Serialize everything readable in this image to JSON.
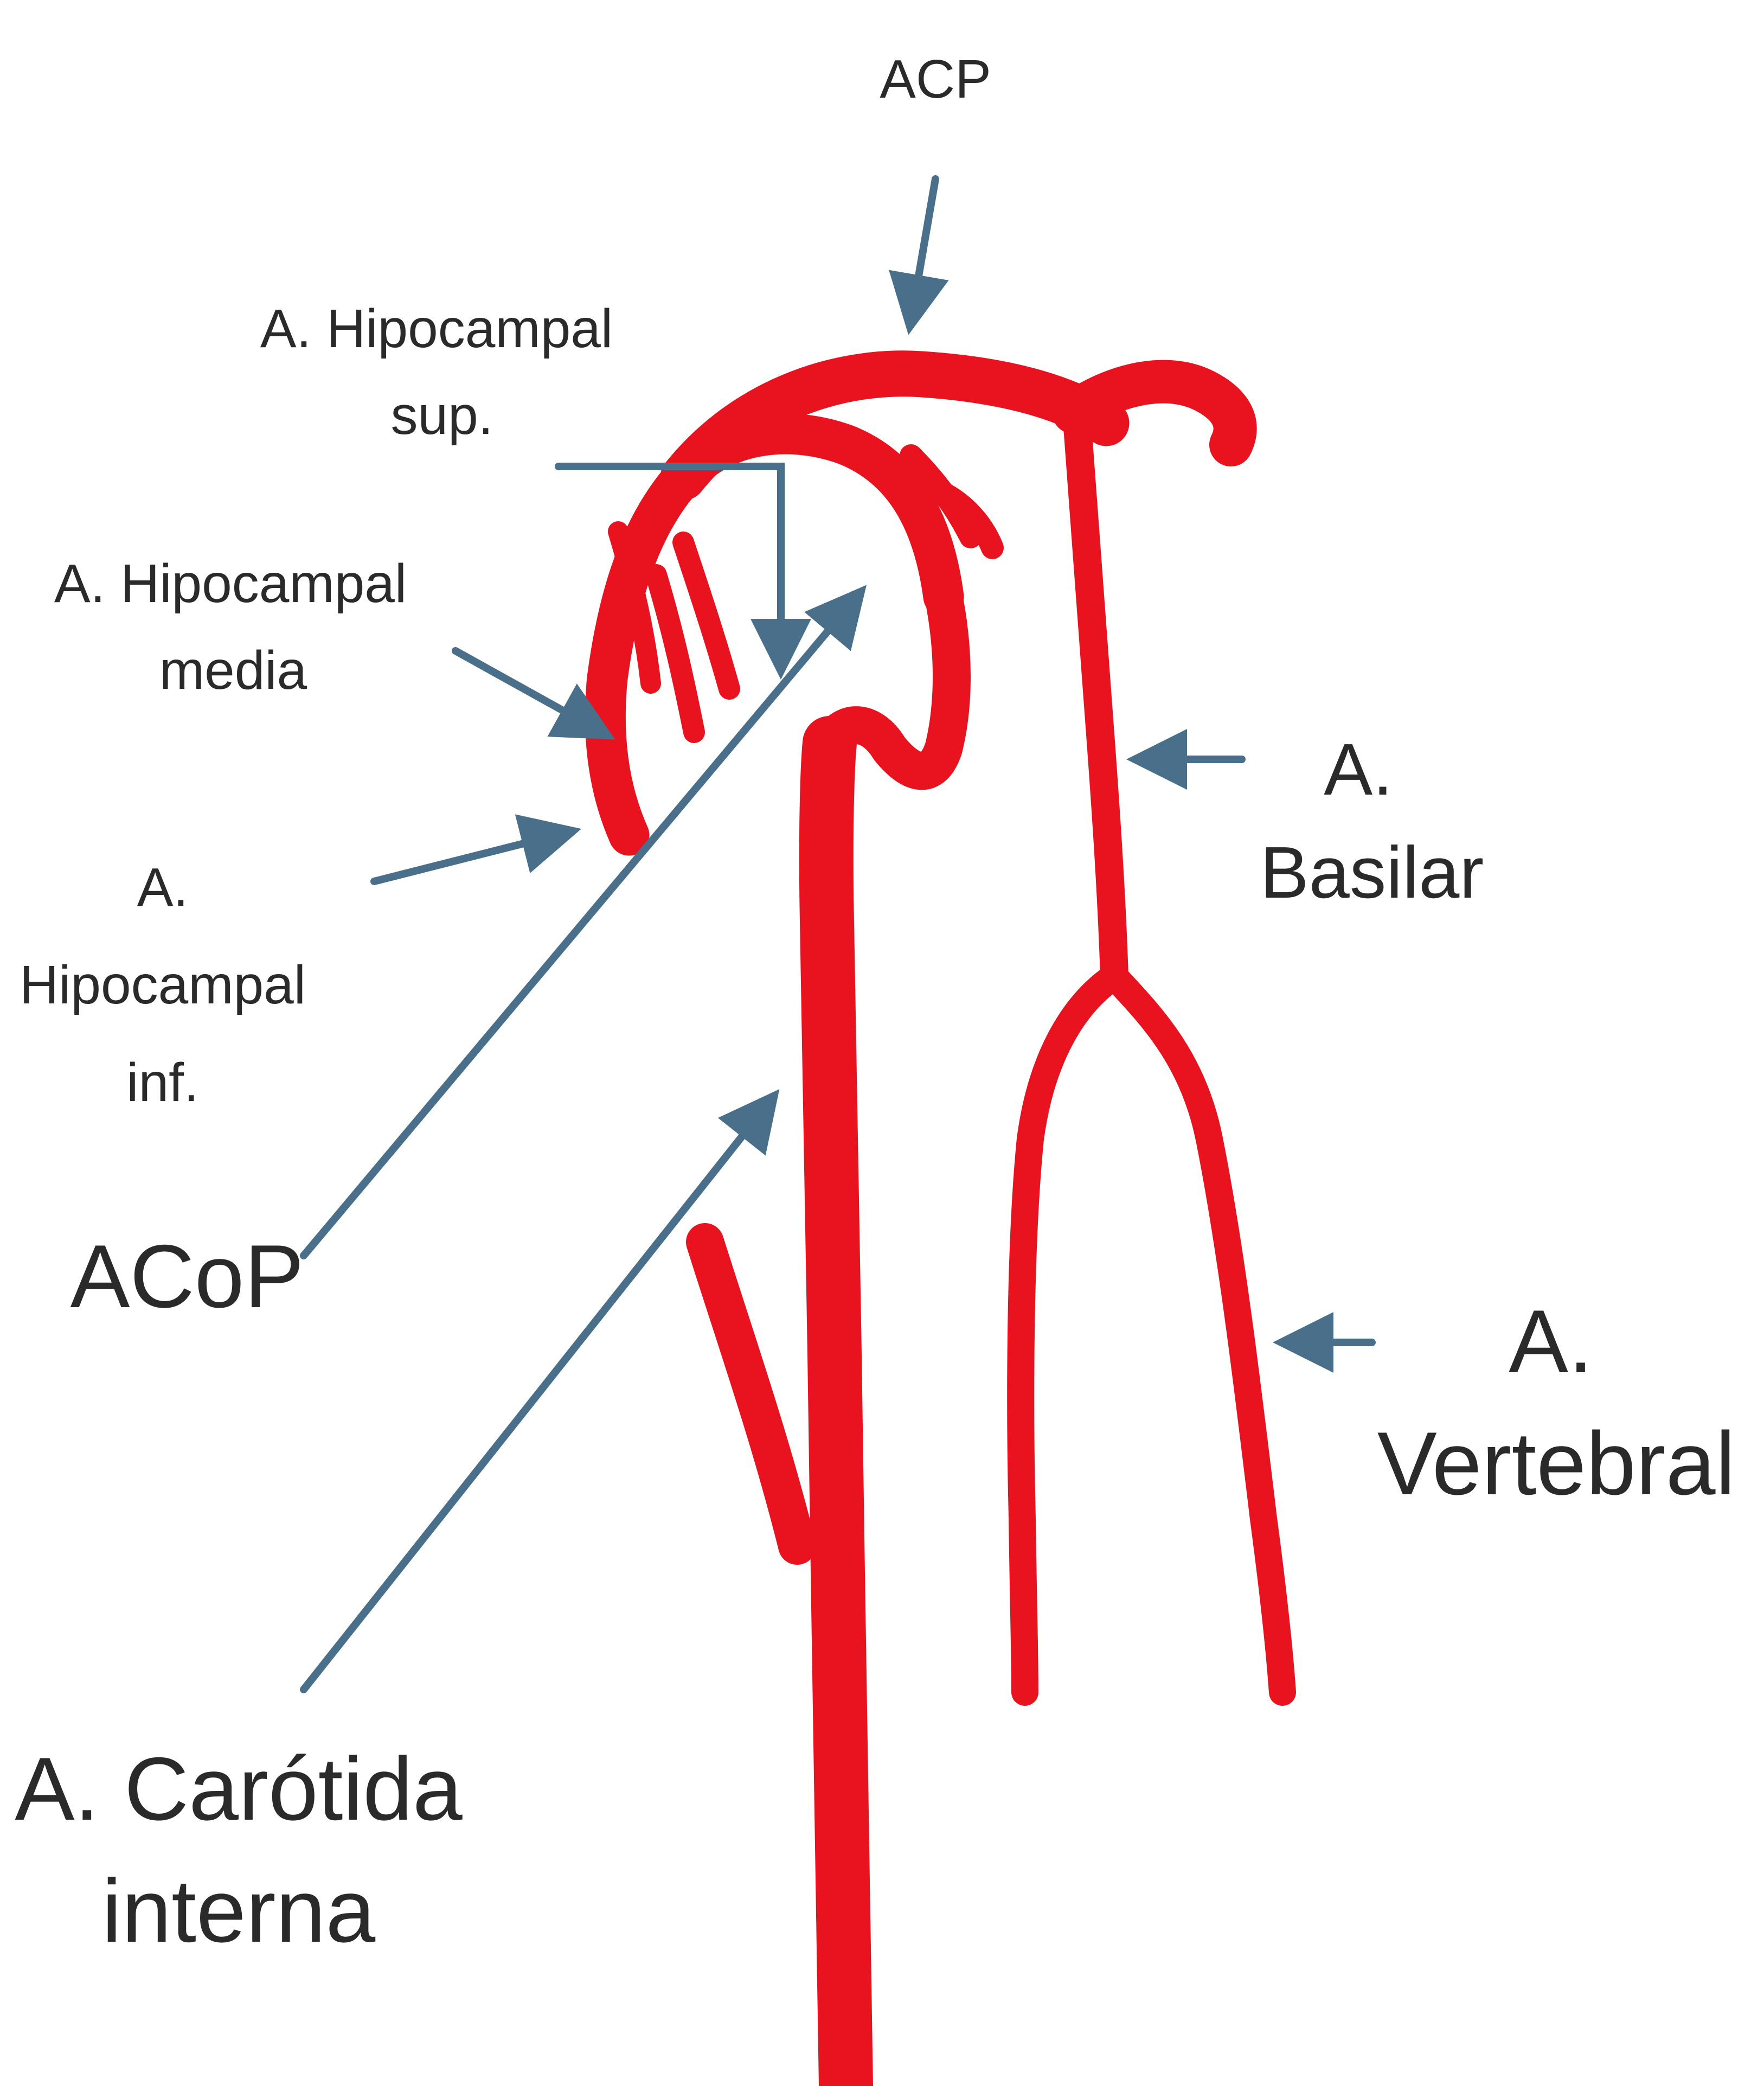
{
  "labels": {
    "acp": "ACP",
    "hipocampal_sup_line1": "A. Hipocampal",
    "hipocampal_sup_line2": "sup.",
    "hipocampal_media_line1": "A. Hipocampal",
    "hipocampal_media_line2": "media",
    "hipocampal_inf_line1": "A.",
    "hipocampal_inf_line2": "Hipocampal",
    "hipocampal_inf_line3": "inf.",
    "acop": "ACoP",
    "basilar_line1": "A.",
    "basilar_line2": "Basilar",
    "vertebral_line1": "A.",
    "vertebral_line2": "Vertebral",
    "carotida_line1": "A. Carótida",
    "carotida_line2": "interna"
  },
  "colors": {
    "artery": "#e8131f",
    "pointer": "#4a6f8a",
    "text": "#2a2a2a",
    "background": "#ffffff"
  }
}
